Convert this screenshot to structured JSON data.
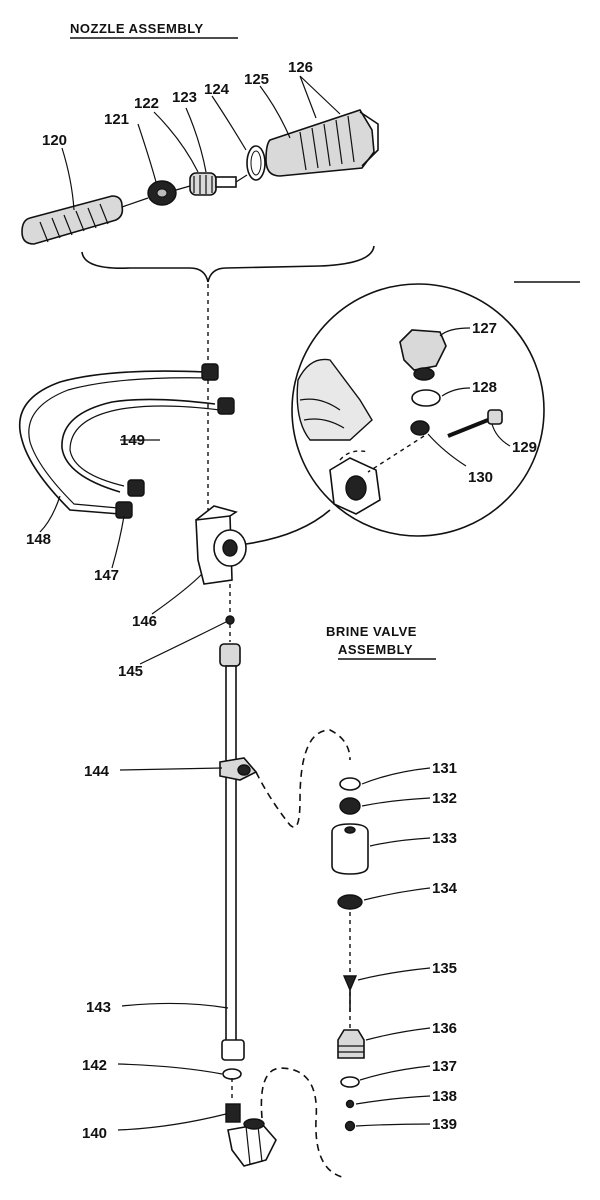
{
  "titles": {
    "nozzle_assembly": "NOZZLE ASSEMBLY",
    "brine_valve_line1": "BRINE VALVE",
    "brine_valve_line2": "ASSEMBLY"
  },
  "labels": {
    "p120": "120",
    "p121": "121",
    "p122": "122",
    "p123": "123",
    "p124": "124",
    "p125": "125",
    "p126": "126",
    "p127": "127",
    "p128": "128",
    "p129": "129",
    "p130": "130",
    "p131": "131",
    "p132": "132",
    "p133": "133",
    "p134": "134",
    "p135": "135",
    "p136": "136",
    "p137": "137",
    "p138": "138",
    "p139": "139",
    "p140": "140",
    "p142": "142",
    "p143": "143",
    "p144": "144",
    "p145": "145",
    "p146": "146",
    "p147": "147",
    "p148": "148",
    "p149": "149"
  }
}
